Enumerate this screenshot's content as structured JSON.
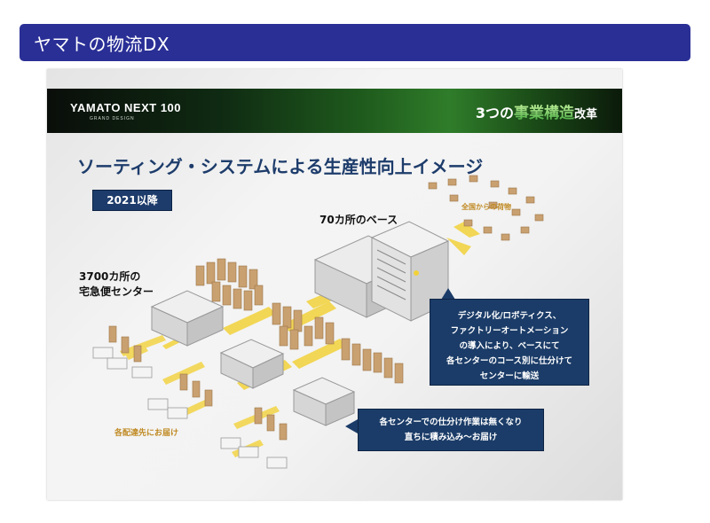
{
  "header": {
    "title": "ヤマトの物流DX"
  },
  "slide": {
    "banner": {
      "logo": "YAMATO NEXT 100",
      "logo_sub": "GRAND DESIGN",
      "right_prefix": "3つの",
      "right_main": "事業構造",
      "right_suffix": "改革"
    },
    "subtitle": "ソーティング・システムによる生産性向上イメージ",
    "year_badge": "2021以降",
    "labels": {
      "base": "70カ所のベース",
      "centers_line1": "3700カ所の",
      "centers_line2": "宅急便センター",
      "incoming": "全国からの荷物",
      "delivery": "各配達先にお届け"
    },
    "notes": {
      "note1_lines": [
        "デジタル化/ロボティクス、",
        "ファクトリーオートメーション",
        "の導入により、ベースにて",
        "各センターのコース別に仕分けて",
        "センターに輸送"
      ],
      "note2_lines": [
        "各センターでの仕分け作業は無くなり",
        "直ちに積み込み〜お届け"
      ]
    }
  },
  "colors": {
    "header_bg": "#2a2f96",
    "navy": "#1b3c68",
    "box_brown": "#c9a070",
    "arrow_yellow": "#f2d23a",
    "label_orange": "#c08a24"
  }
}
